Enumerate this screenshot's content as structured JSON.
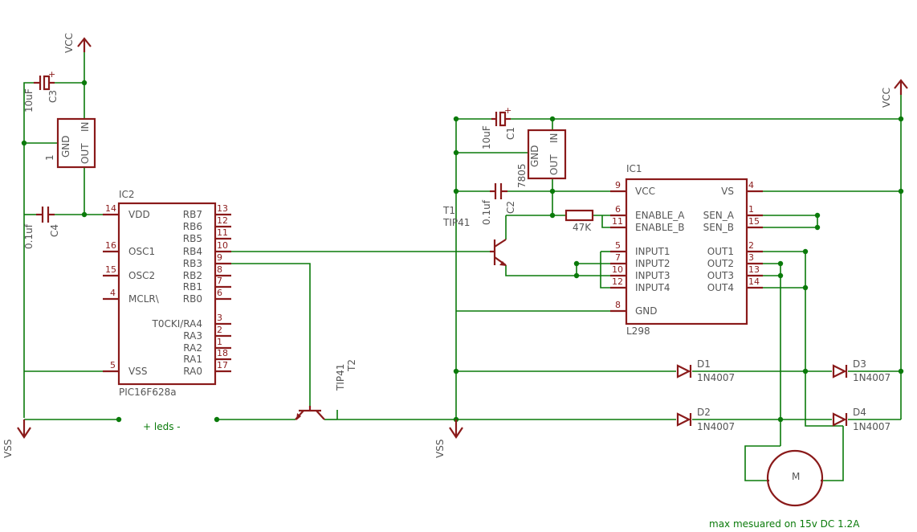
{
  "ic2": {
    "name": "IC2",
    "value": "PIC16F628a",
    "pins_left": [
      {
        "num": "14",
        "name": "VDD"
      },
      {
        "num": "16",
        "name": "OSC1"
      },
      {
        "num": "15",
        "name": "OSC2"
      },
      {
        "num": "4",
        "name": "MCLR\\"
      },
      {
        "num": "5",
        "name": "VSS"
      }
    ],
    "pins_right": [
      {
        "num": "13",
        "name": "RB7"
      },
      {
        "num": "12",
        "name": "RB6"
      },
      {
        "num": "11",
        "name": "RB5"
      },
      {
        "num": "10",
        "name": "RB4"
      },
      {
        "num": "9",
        "name": "RB3"
      },
      {
        "num": "8",
        "name": "RB2"
      },
      {
        "num": "7",
        "name": "RB1"
      },
      {
        "num": "6",
        "name": "RB0"
      },
      {
        "num": "3",
        "name": "T0CKI/RA4"
      },
      {
        "num": "2",
        "name": "RA3"
      },
      {
        "num": "1",
        "name": "RA2"
      },
      {
        "num": "18",
        "name": "RA1"
      },
      {
        "num": "17",
        "name": "RA0"
      }
    ]
  },
  "ic1": {
    "name": "IC1",
    "value": "L298",
    "pins_left": [
      {
        "num": "9",
        "name": "VCC"
      },
      {
        "num": "6",
        "name": "ENABLE_A"
      },
      {
        "num": "11",
        "name": "ENABLE_B"
      },
      {
        "num": "5",
        "name": "INPUT1"
      },
      {
        "num": "7",
        "name": "INPUT2"
      },
      {
        "num": "10",
        "name": "INPUT3"
      },
      {
        "num": "12",
        "name": "INPUT4"
      },
      {
        "num": "8",
        "name": "GND"
      }
    ],
    "pins_right": [
      {
        "num": "4",
        "name": "VS"
      },
      {
        "num": "1",
        "name": "SEN_A"
      },
      {
        "num": "15",
        "name": "SEN_B"
      },
      {
        "num": "2",
        "name": "OUT1"
      },
      {
        "num": "3",
        "name": "OUT2"
      },
      {
        "num": "13",
        "name": "OUT3"
      },
      {
        "num": "14",
        "name": "OUT4"
      }
    ]
  },
  "reg_left": {
    "num": "1",
    "gnd": "GND",
    "inp": "IN",
    "out": "OUT"
  },
  "reg_right": {
    "value": "7805",
    "gnd": "GND",
    "inp": "IN",
    "out": "OUT"
  },
  "caps": {
    "c3": {
      "name": "C3",
      "value": "10uF",
      "plus": "+"
    },
    "c4": {
      "name": "C4",
      "value": "0.1uf"
    },
    "c1": {
      "name": "C1",
      "value": "10uF",
      "plus": "+"
    },
    "c2": {
      "name": "C2",
      "value": "0.1uf"
    }
  },
  "t1": {
    "name": "T1",
    "value": "TIP41"
  },
  "t2": {
    "name": "T2",
    "value": "TIP41"
  },
  "resistor": {
    "value": "47K"
  },
  "diodes": {
    "d1": {
      "name": "D1",
      "value": "1N4007"
    },
    "d2": {
      "name": "D2",
      "value": "1N4007"
    },
    "d3": {
      "name": "D3",
      "value": "1N4007"
    },
    "d4": {
      "name": "D4",
      "value": "1N4007"
    }
  },
  "motor": {
    "label": "M"
  },
  "supplies": {
    "vcc_left": "VCC",
    "vcc_right": "VCC",
    "vss_left": "VSS",
    "vss_mid": "VSS"
  },
  "leds_label": "+ leds -",
  "note": "max mesuared on 15v DC 1.2A"
}
